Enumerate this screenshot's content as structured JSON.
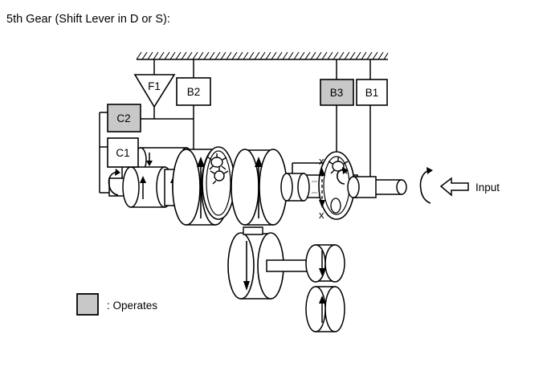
{
  "title": "5th Gear (Shift Lever in D or S):",
  "diagram": {
    "ground": {
      "name": "ground-hatching"
    },
    "elements": [
      {
        "id": "F1",
        "label": "F1",
        "shape": "triangle",
        "state": "inactive",
        "fill": "#ffffff"
      },
      {
        "id": "B2",
        "label": "B2",
        "shape": "box",
        "state": "inactive",
        "fill": "#ffffff"
      },
      {
        "id": "B3",
        "label": "B3",
        "shape": "box",
        "state": "operates",
        "fill": "#c8c8c8"
      },
      {
        "id": "B1",
        "label": "B1",
        "shape": "box",
        "state": "inactive",
        "fill": "#ffffff"
      },
      {
        "id": "C2",
        "label": "C2",
        "shape": "box",
        "state": "operates",
        "fill": "#c8c8c8"
      },
      {
        "id": "C1",
        "label": "C1",
        "shape": "box",
        "state": "inactive",
        "fill": "#ffffff"
      }
    ],
    "input_label": "Input",
    "legend": {
      "swatch_color": "#c8c8c8",
      "text": ": Operates"
    }
  },
  "colors": {
    "stroke": "#000000",
    "background": "#ffffff",
    "operates_fill": "#c8c8c8",
    "inactive_fill": "#ffffff",
    "hidden_line": "#9a9a9a"
  }
}
